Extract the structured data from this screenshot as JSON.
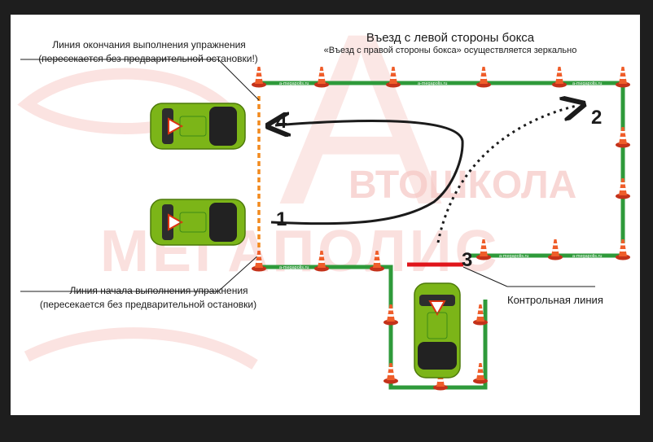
{
  "header": {
    "title": "Въезд с левой стороны бокса",
    "subtitle": "«Въезд с правой стороны бокса» осуществляется зеркально"
  },
  "labels": {
    "end_line_1": "Линия окончания выполнения упражнения",
    "end_line_2": "(пересекается без предварительной остановки!)",
    "start_line_1": "Линия начала выполнения упражнения",
    "start_line_2": "(пересекается без предварительной остановки)",
    "control_line": "Контрольная линия"
  },
  "markers": [
    "1",
    "2",
    "3",
    "4"
  ],
  "watermark": {
    "school": "ВТОШКОЛА",
    "brand": "МЕГАПОЛИС",
    "site": "a-megapolis.ru"
  },
  "colors": {
    "car": "#7cb518",
    "track": "#2e9a3a",
    "cone": "#e64a19",
    "control_line": "#e0151b",
    "end_line": "#f28a1e",
    "watermark": "#f6c7c4"
  }
}
